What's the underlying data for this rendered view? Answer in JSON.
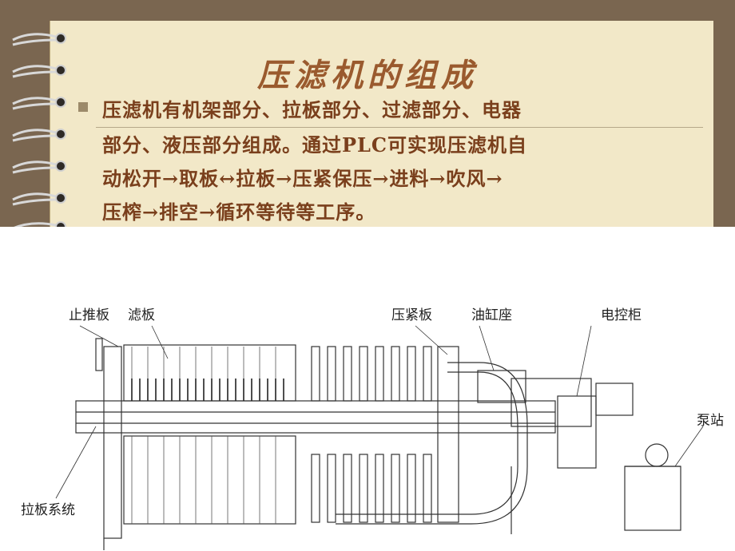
{
  "slide": {
    "title": "压滤机的组成",
    "body_lines": [
      "压滤机有机架部分、拉板部分、过滤部分、电器",
      "部分、液压部分组成。通过PLC可实现压滤机自",
      "动松开→取板↔拉板→压紧保压→进料→吹风→",
      "压榨→排空→循环等待等工序。"
    ]
  },
  "diagram": {
    "labels": {
      "stop_plate": "止推板",
      "filter_plate": "滤板",
      "press_plate": "压紧板",
      "cylinder_seat": "油缸座",
      "control_cabinet": "电控柜",
      "pump_station": "泵站",
      "pull_system": "拉板系统"
    }
  }
}
